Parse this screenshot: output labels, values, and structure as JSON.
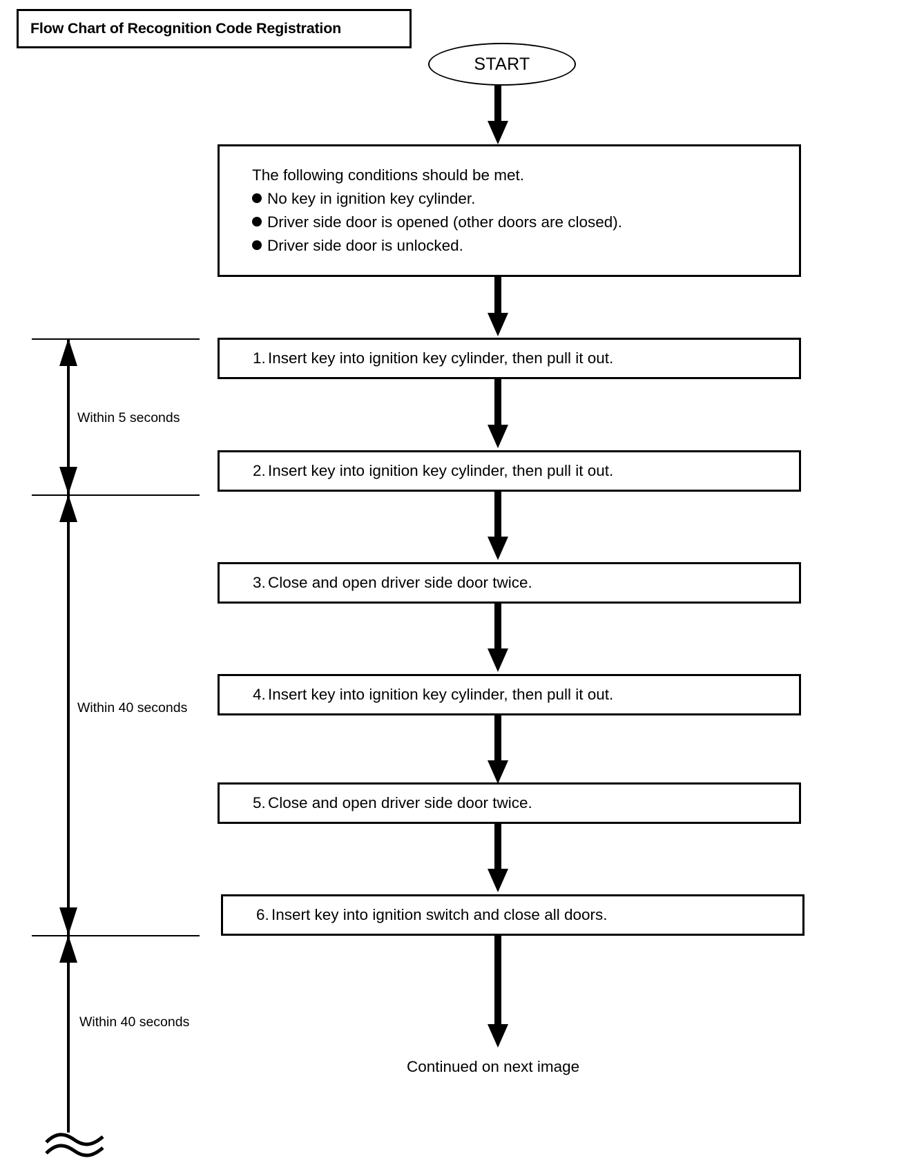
{
  "title": {
    "text": "Flow Chart of Recognition Code Registration"
  },
  "start": {
    "label": "START"
  },
  "chart_data": {
    "type": "diagram",
    "title": "Flow Chart of Recognition Code Registration",
    "nodes": [
      {
        "id": "start",
        "shape": "oval",
        "label": "START"
      },
      {
        "id": "conditions",
        "shape": "box",
        "label": "The following conditions should be met."
      },
      {
        "id": "step1",
        "shape": "box",
        "number": "1.",
        "label": "Insert key into ignition key cylinder, then pull it out."
      },
      {
        "id": "step2",
        "shape": "box",
        "number": "2.",
        "label": "Insert key into ignition key cylinder, then pull it out."
      },
      {
        "id": "step3",
        "shape": "box",
        "number": "3.",
        "label": "Close and open driver side door twice."
      },
      {
        "id": "step4",
        "shape": "box",
        "number": "4.",
        "label": "Insert key into ignition key cylinder, then pull it out."
      },
      {
        "id": "step5",
        "shape": "box",
        "number": "5.",
        "label": "Close and open driver side door twice."
      },
      {
        "id": "step6",
        "shape": "box",
        "number": "6.",
        "label": "Insert key into ignition switch and close all doors."
      },
      {
        "id": "continued",
        "shape": "text",
        "label": "Continued on next image"
      }
    ],
    "edges": [
      {
        "from": "start",
        "to": "conditions"
      },
      {
        "from": "conditions",
        "to": "step1"
      },
      {
        "from": "step1",
        "to": "step2"
      },
      {
        "from": "step2",
        "to": "step3"
      },
      {
        "from": "step3",
        "to": "step4"
      },
      {
        "from": "step4",
        "to": "step5"
      },
      {
        "from": "step5",
        "to": "step6"
      },
      {
        "from": "step6",
        "to": "continued"
      }
    ],
    "annotations": [
      {
        "label": "Within 5 seconds",
        "spans": [
          "step1",
          "step2"
        ]
      },
      {
        "label": "Within 40 seconds",
        "spans": [
          "step2",
          "step6"
        ]
      },
      {
        "label": "Within 40 seconds",
        "spans": [
          "step6",
          "continued"
        ]
      }
    ]
  },
  "conditions": {
    "heading": "The following conditions should be met.",
    "items": [
      "No key in ignition key cylinder.",
      "Driver side door is opened (other doors are closed).",
      "Driver side door is unlocked."
    ]
  },
  "steps": [
    {
      "number": "1.",
      "text": "Insert key into ignition key cylinder, then pull it out."
    },
    {
      "number": "2.",
      "text": "Insert key into ignition key cylinder, then pull it out."
    },
    {
      "number": "3.",
      "text": "Close and open driver side door twice."
    },
    {
      "number": "4.",
      "text": "Insert key into ignition key cylinder, then pull it out."
    },
    {
      "number": "5.",
      "text": "Close and open driver side door twice."
    },
    {
      "number": "6.",
      "text": "Insert key into ignition switch and close all doors."
    }
  ],
  "timings": [
    {
      "label": "Within 5 seconds"
    },
    {
      "label": "Within 40 seconds"
    },
    {
      "label": "Within 40 seconds"
    }
  ],
  "footer": {
    "continued": "Continued on next image"
  },
  "colors": {
    "stroke": "#000000",
    "background": "#ffffff"
  }
}
